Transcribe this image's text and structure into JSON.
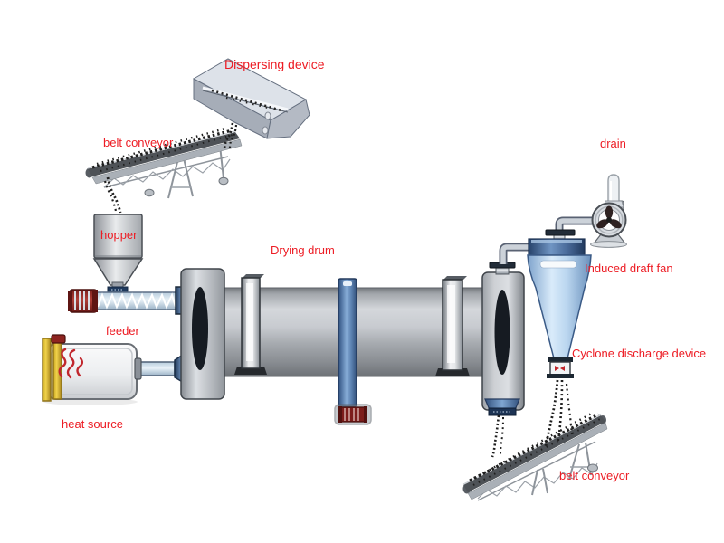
{
  "labels": {
    "dispersing_device": "Dispersing device",
    "belt_conveyor_top": "belt conveyor",
    "hopper": "hopper",
    "drying_drum": "Drying drum",
    "drain": "drain",
    "induced_draft_fan": "Induced draft fan",
    "cyclone_discharge_device": "Cyclone discharge device",
    "feeder": "feeder",
    "heat_source": "heat source",
    "belt_conveyor_bottom": "belt conveyor"
  },
  "colors": {
    "background": "#ffffff",
    "label_text": "#ed1c24",
    "steel_light": "#d5d8dc",
    "steel_mid": "#a7abb0",
    "steel_dark": "#6f7378",
    "blue_light": "#d9ebfa",
    "blue_mid": "#7fa4cd",
    "blue_navy": "#26426a",
    "motor_red": "#8e2420",
    "frame_yellow": "#f0d14a",
    "flame_red": "#c1272d",
    "particle_black": "#1f1f1f"
  }
}
